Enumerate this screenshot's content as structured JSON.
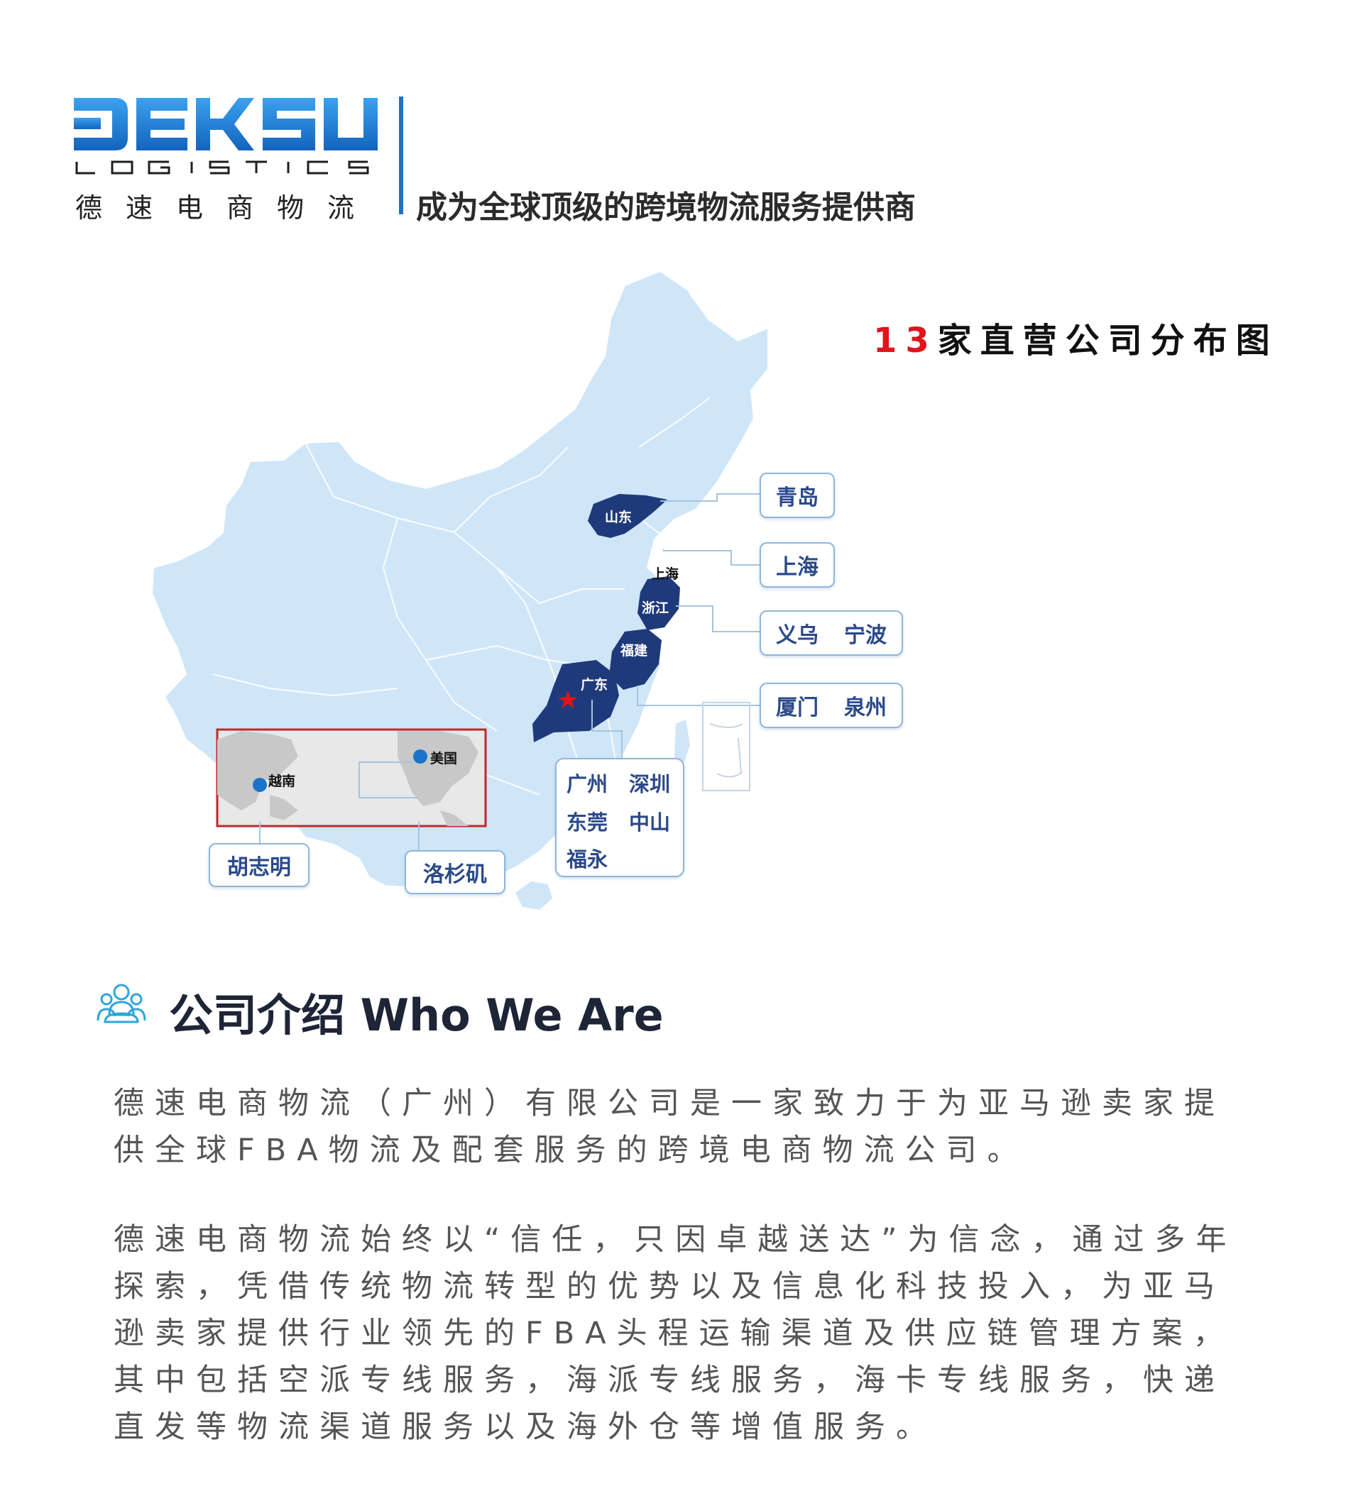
{
  "header": {
    "logo_text": "DEKSU",
    "logo_sub": "LOGISTICS",
    "logo_cn": "德速电商物流",
    "tagline": "成为全球顶级的跨境物流服务提供商"
  },
  "map": {
    "title_num": "13",
    "title_text": "家直营公司分布图",
    "regions": {
      "shandong": "山东",
      "shanghai": "上海",
      "zhejiang": "浙江",
      "fujian": "福建",
      "guangdong": "广东"
    },
    "callouts": {
      "qingdao": "青岛",
      "shanghai": "上海",
      "yiwu": "义乌",
      "ningbo": "宁波",
      "xiamen": "厦门",
      "quanzhou": "泉州"
    },
    "guangdong_cities": [
      "广州",
      "深圳",
      "东莞",
      "中山",
      "福永"
    ],
    "overseas": {
      "vietnam": "越南",
      "usa": "美国",
      "hcm": "胡志明",
      "la": "洛杉矶"
    },
    "colors": {
      "land": "#cfe6f8",
      "highlight": "#1f3a7a",
      "box_border": "#8eb6dd",
      "box_text": "#2b4a8a",
      "title_number": "#e0141c",
      "world_border": "#c0272d",
      "overseas_dot": "#1c74c9"
    }
  },
  "intro": {
    "heading": "公司介绍  Who We Are",
    "icon": "team-icon",
    "para1": "德速电商物流（广州）有限公司是一家致力于为亚马逊卖家提供全球FBA物流及配套服务的跨境电商物流公司。",
    "para2": "德速电商物流始终以“信任，只因卓越送达”为信念，通过多年探索，凭借传统物流转型的优势以及信息化科技投入，为亚马逊卖家提供行业领先的FBA头程运输渠道及供应链管理方案，其中包括空派专线服务，海派专线服务，海卡专线服务，快递直发等物流渠道服务以及海外仓等增值服务。"
  }
}
